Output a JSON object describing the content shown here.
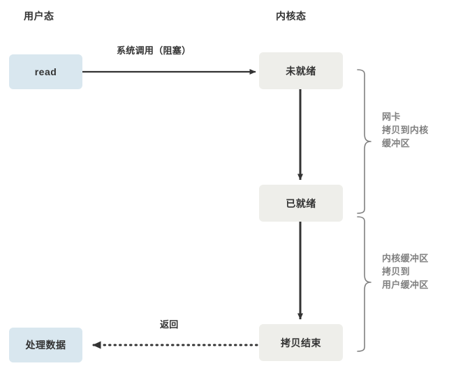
{
  "diagram": {
    "title_user": "用户态",
    "title_kernel": "内核态",
    "colors": {
      "user_node_fill": "#d9e7ef",
      "kernel_node_fill": "#eeeeea",
      "text": "#333333",
      "brace": "#808080",
      "arrow": "#333333",
      "background": "#ffffff"
    },
    "nodes": {
      "read": "read",
      "process_data": "处理数据",
      "not_ready": "未就绪",
      "ready": "已就绪",
      "copy_done": "拷贝结束"
    },
    "edges": {
      "syscall": "系统调用（阻塞）",
      "return": "返回"
    },
    "braces": {
      "first": "网卡\n拷贝到内核\n缓冲区",
      "second": "内核缓冲区\n拷贝到\n用户缓冲区"
    }
  }
}
